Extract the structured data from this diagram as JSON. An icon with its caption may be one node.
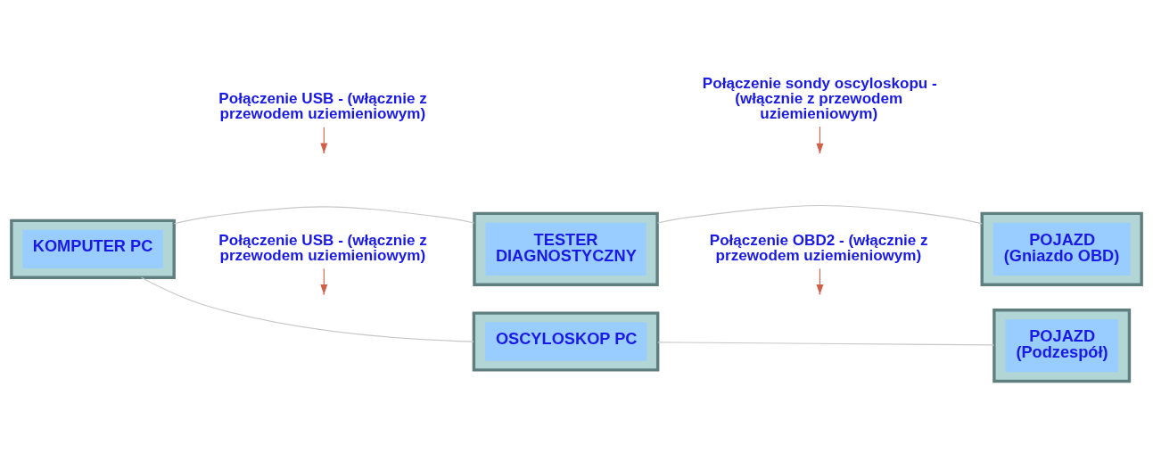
{
  "diagram": {
    "nodes": [
      {
        "text": [
          "KOMPUTER PC"
        ]
      },
      {
        "text": [
          "TESTER DIAGNOSTYCZNY"
        ]
      },
      {
        "text": [
          "OSCYLOSKOP PC"
        ]
      },
      {
        "text": [
          "POJAZD (Gniazdo OBD)"
        ]
      },
      {
        "text": [
          "POJAZD (Podzespół)"
        ]
      },
      {
        "text": [
          "Połączenie USB - (włącznie z przewodem uziemieniowym)"
        ]
      },
      {
        "text": [
          "Połączenie OBD2 - (włącznie z przewodem uziemieniowym)"
        ]
      },
      {
        "text": [
          "Połączenie USB - (włącznie z przewodem uziemieniowym)"
        ]
      },
      {
        "text": [
          "Połączenie sondy oscyloskopu - (włącznie z przewodem uziemieniowym)"
        ]
      }
    ],
    "edges": [
      {
        "from": 0,
        "to": 1,
        "arrow": "none",
        "color": "#c8c8c8"
      },
      {
        "from": 0,
        "to": 2,
        "arrow": "none",
        "color": "#c8c8c8"
      },
      {
        "from": 1,
        "to": 3,
        "arrow": "none",
        "color": "#c8c8c8"
      },
      {
        "from": 2,
        "to": 4,
        "arrow": "none",
        "color": "#c8c8c8"
      },
      {
        "from": 5,
        "to": null,
        "arrow": "to",
        "color": "#d0604a"
      },
      {
        "from": 6,
        "to": null,
        "arrow": "to",
        "color": "#d0604a"
      },
      {
        "from": 7,
        "to": null,
        "arrow": "to",
        "color": "#d0604a"
      },
      {
        "from": 8,
        "to": null,
        "arrow": "to",
        "color": "#d0604a"
      }
    ]
  }
}
